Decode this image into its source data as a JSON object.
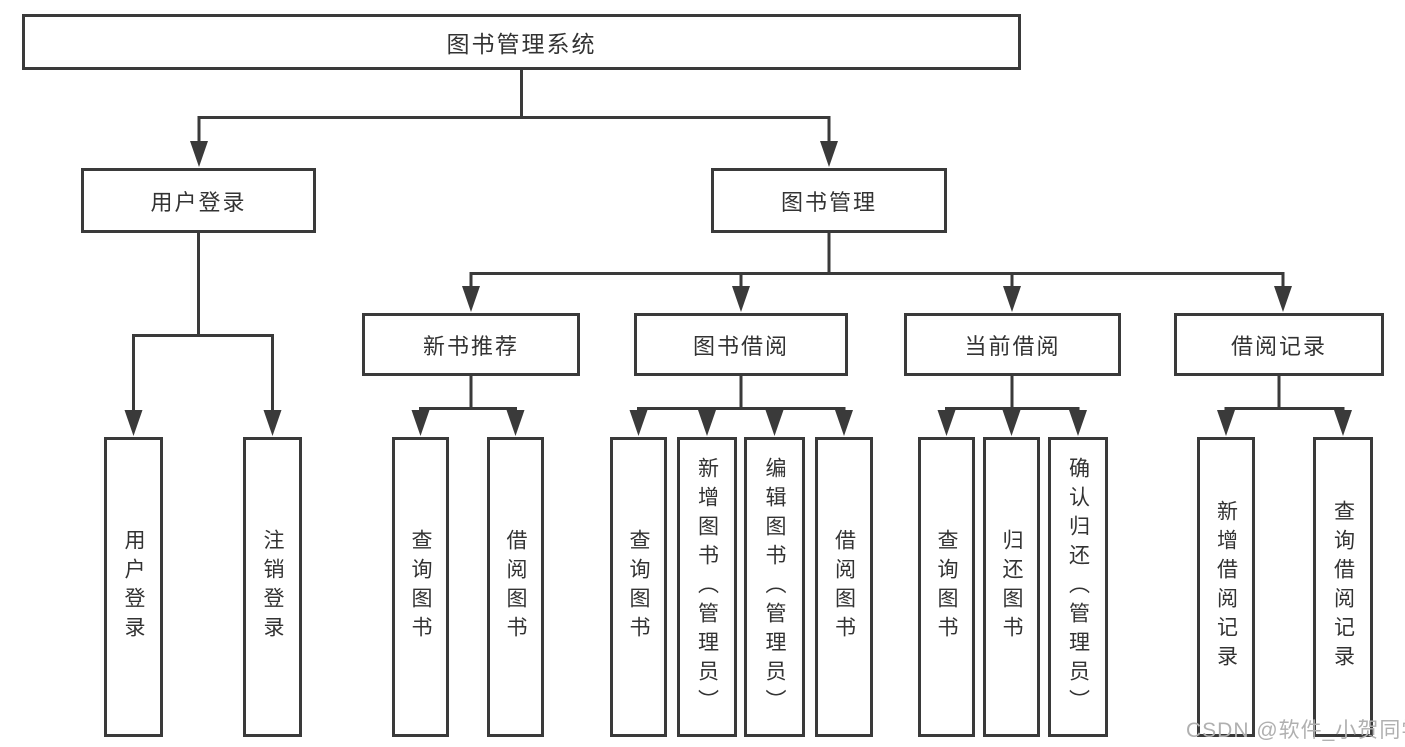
{
  "root": {
    "label": "图书管理系统"
  },
  "level2": [
    {
      "label": "用户登录"
    },
    {
      "label": "图书管理"
    }
  ],
  "level3": [
    {
      "label": "新书推荐"
    },
    {
      "label": "图书借阅"
    },
    {
      "label": "当前借阅"
    },
    {
      "label": "借阅记录"
    }
  ],
  "level4": {
    "user_login": [
      "用户登录",
      "注销登录"
    ],
    "new_books": [
      "查询图书",
      "借阅图书"
    ],
    "book_borrow": [
      "查询图书",
      "新增图书（管理员）",
      "编辑图书（管理员）",
      "借阅图书"
    ],
    "current_borrow": [
      "查询图书",
      "归还图书",
      "确认归还（管理员）"
    ],
    "borrow_records": [
      "新增借阅记录",
      "查询借阅记录"
    ]
  },
  "watermark": "CSDN @软件_小贺同学",
  "colors": {
    "line": "#3a3a3a",
    "box_border": "#3a3a3a",
    "text": "#333333",
    "watermark": "#b0b0b0",
    "background": "#ffffff"
  }
}
